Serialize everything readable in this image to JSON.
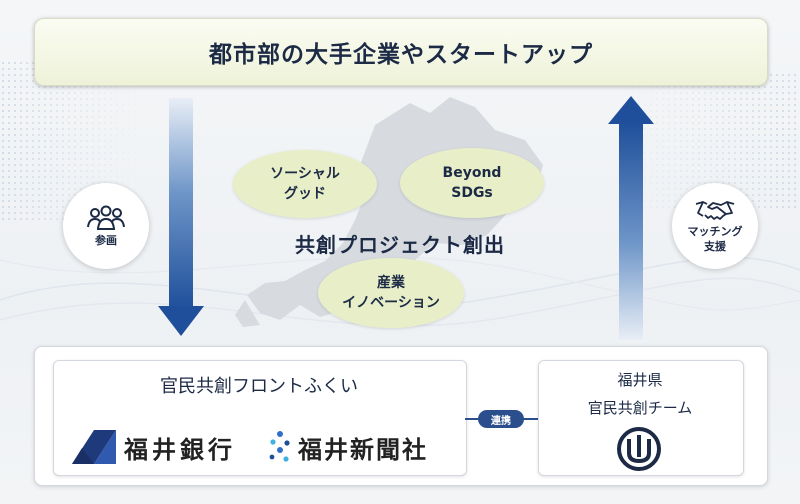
{
  "top": {
    "title": "都市部の大手企業やスタートアップ"
  },
  "left_badge": {
    "label": "参画",
    "icon": "people-group-icon"
  },
  "right_badge": {
    "label_line1": "マッチング",
    "label_line2": "支援",
    "icon": "handshake-icon"
  },
  "center": {
    "title": "共創プロジェクト創出",
    "bubbles": [
      {
        "line1": "ソーシャル",
        "line2": "グッド"
      },
      {
        "line1": "Beyond",
        "line2": "SDGs"
      },
      {
        "line1": "産業",
        "line2": "イノベーション"
      }
    ]
  },
  "bottom": {
    "front_title": "官民共創フロントふくい",
    "bank_name": "福井銀行",
    "newspaper_name": "福井新聞社",
    "link_label": "連携",
    "pref_line1": "福井県",
    "pref_line2": "官民共創チーム",
    "pref_emblem": "fukui-prefecture-emblem-icon"
  },
  "colors": {
    "navy": "#1c2a45",
    "arrow_blue": "#1f4f9a",
    "bubble": "#e8efc8",
    "pill": "#2a4f8c"
  }
}
